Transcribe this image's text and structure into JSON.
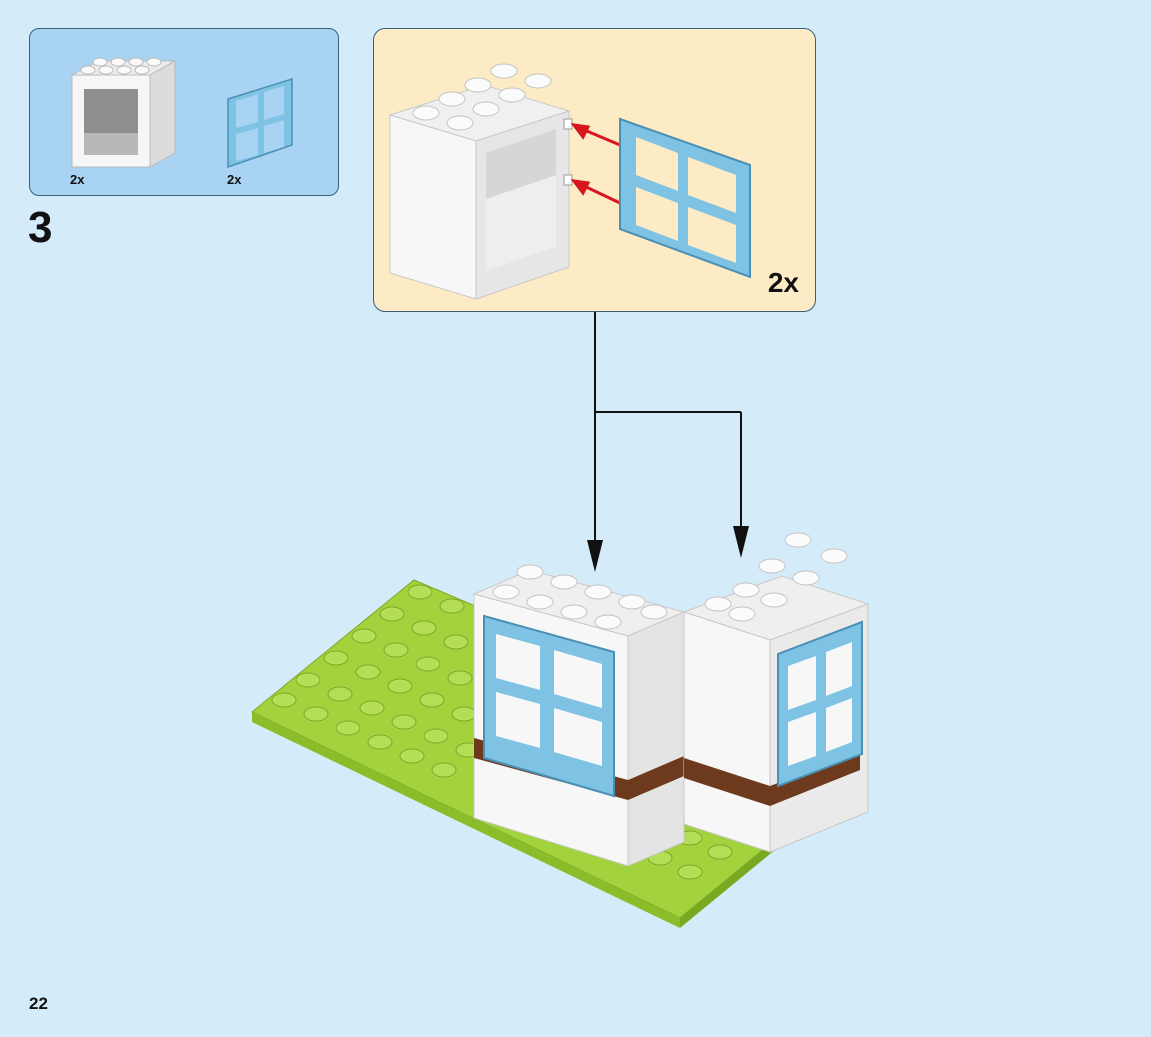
{
  "parts_list": {
    "items": [
      {
        "icon": "white-window-frame-brick",
        "quantity": "2x"
      },
      {
        "icon": "blue-window-pane",
        "quantity": "2x"
      }
    ]
  },
  "step": {
    "number": "3"
  },
  "sub_assembly": {
    "quantity": "2x"
  },
  "page": {
    "number": "22"
  },
  "colors": {
    "background": "#d4ebf9",
    "parts_box": "#a9d3f2",
    "sub_box": "#fdebc6",
    "window_blue": "#7ec3e4",
    "baseplate_green": "#a2d23c",
    "arrow_red": "#d9151e"
  }
}
